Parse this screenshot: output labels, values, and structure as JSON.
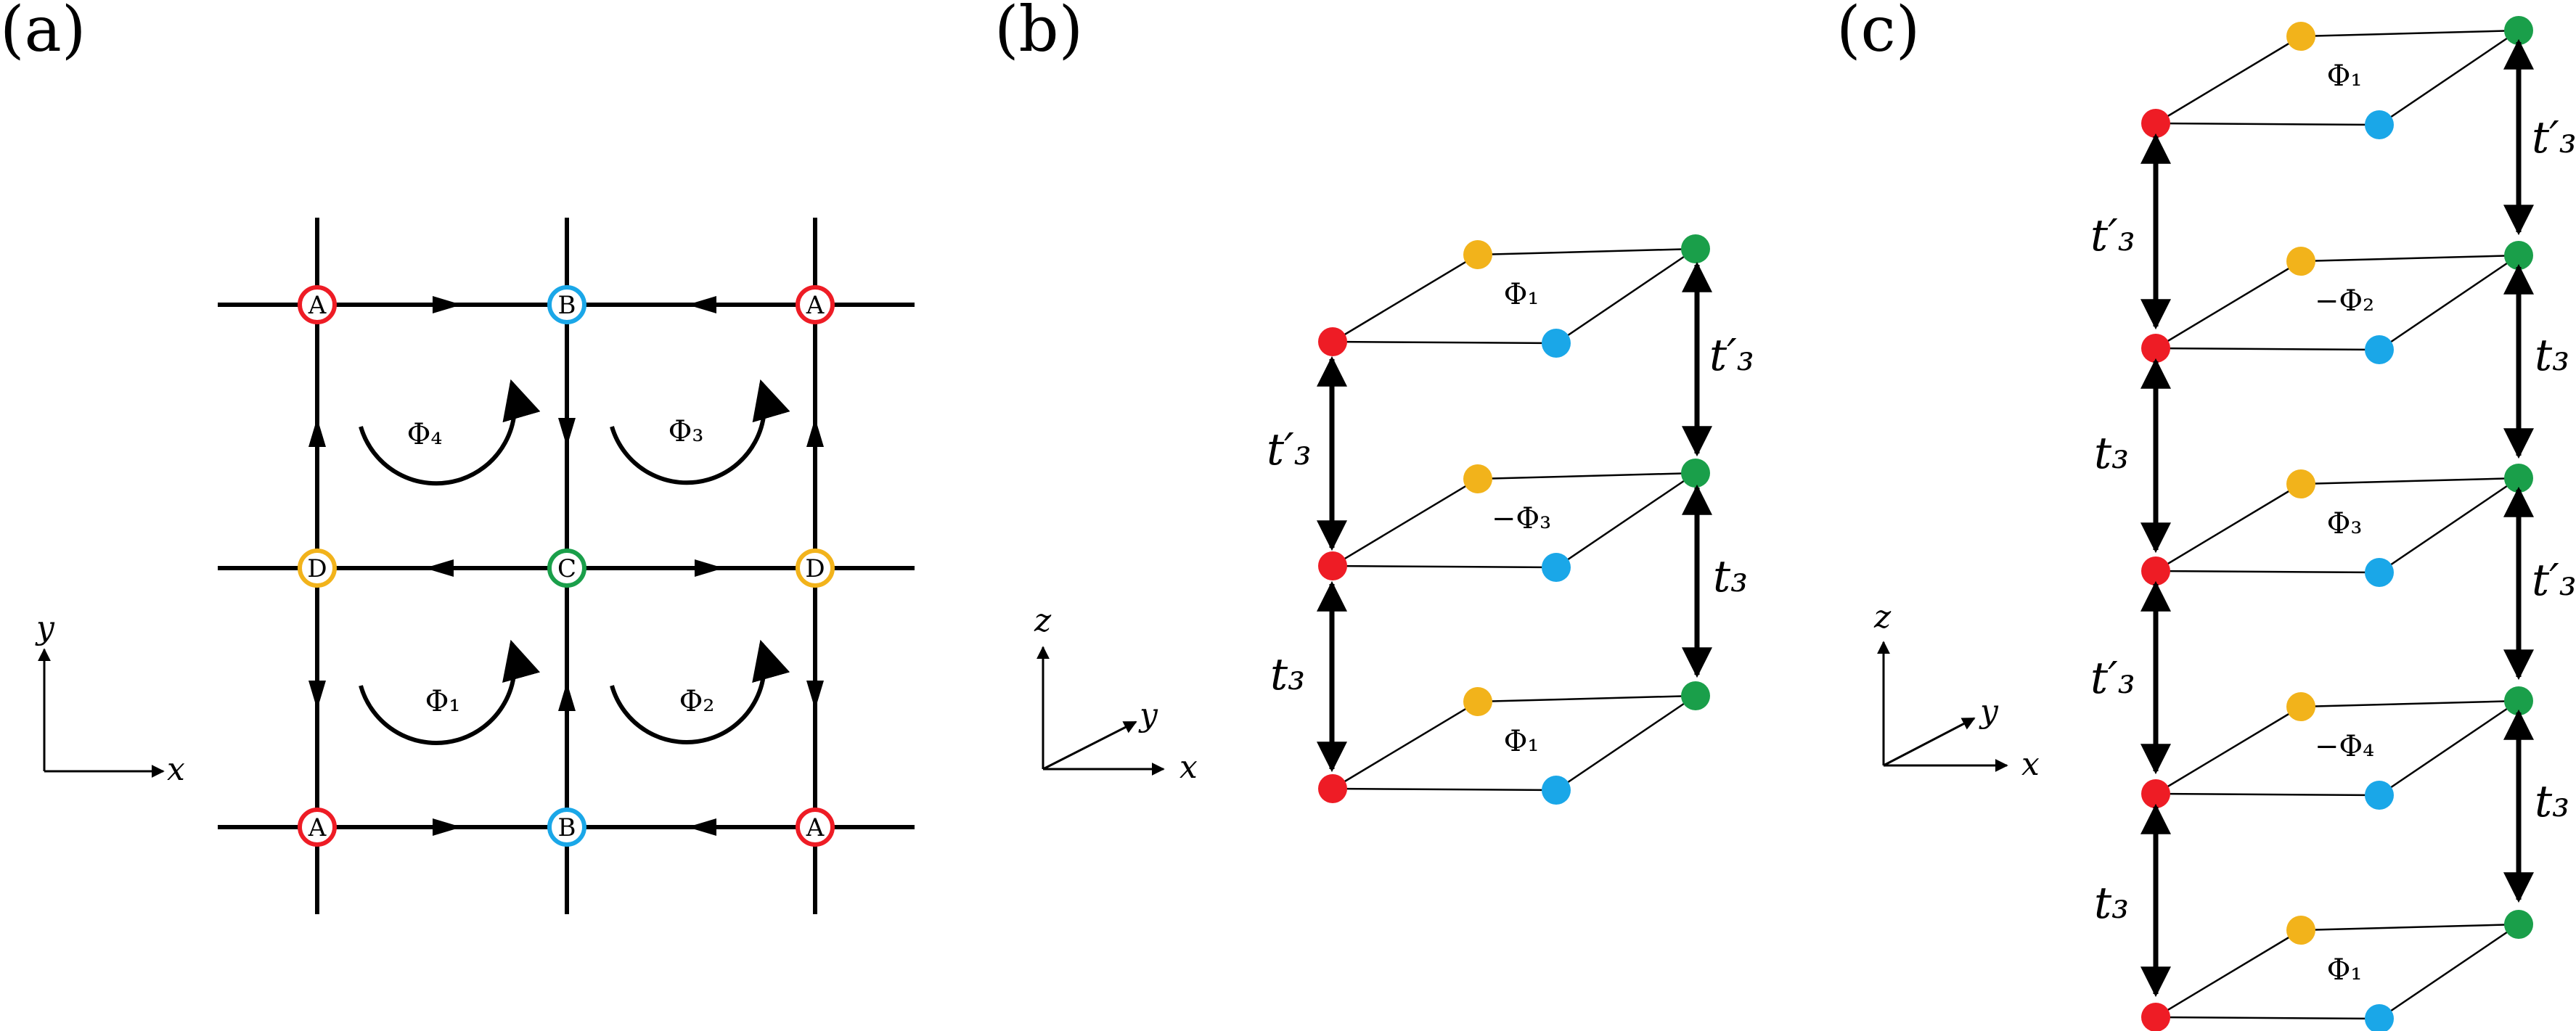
{
  "colors": {
    "A": "#ee1c25",
    "B": "#1aa7e8",
    "C": "#1a9f4a",
    "D": "#f2b31b",
    "line": "#000000"
  },
  "panel_a": {
    "label": "(a)",
    "sites": [
      "A",
      "B",
      "A",
      "D",
      "C",
      "D",
      "A",
      "B",
      "A"
    ],
    "fluxes": [
      "Φ₄",
      "Φ₃",
      "Φ₁",
      "Φ₂"
    ],
    "axes": {
      "x": "x",
      "y": "y"
    }
  },
  "panel_b": {
    "label": "(b)",
    "layer_fluxes": [
      "Φ₁",
      "−Φ₃",
      "Φ₁"
    ],
    "left_hops": [
      "t′₃",
      "t₃"
    ],
    "right_hops": [
      "t′₃",
      "t₃"
    ],
    "axes": {
      "x": "x",
      "y": "y",
      "z": "z"
    }
  },
  "panel_c": {
    "label": "(c)",
    "layer_fluxes": [
      "Φ₁",
      "−Φ₂",
      "Φ₃",
      "−Φ₄",
      "Φ₁"
    ],
    "left_hops": [
      "t′₃",
      "t₃",
      "t′₃",
      "t₃"
    ],
    "right_hops": [
      "t′₃",
      "t₃",
      "t′₃",
      "t₃"
    ],
    "axes": {
      "x": "x",
      "y": "y",
      "z": "z"
    }
  }
}
